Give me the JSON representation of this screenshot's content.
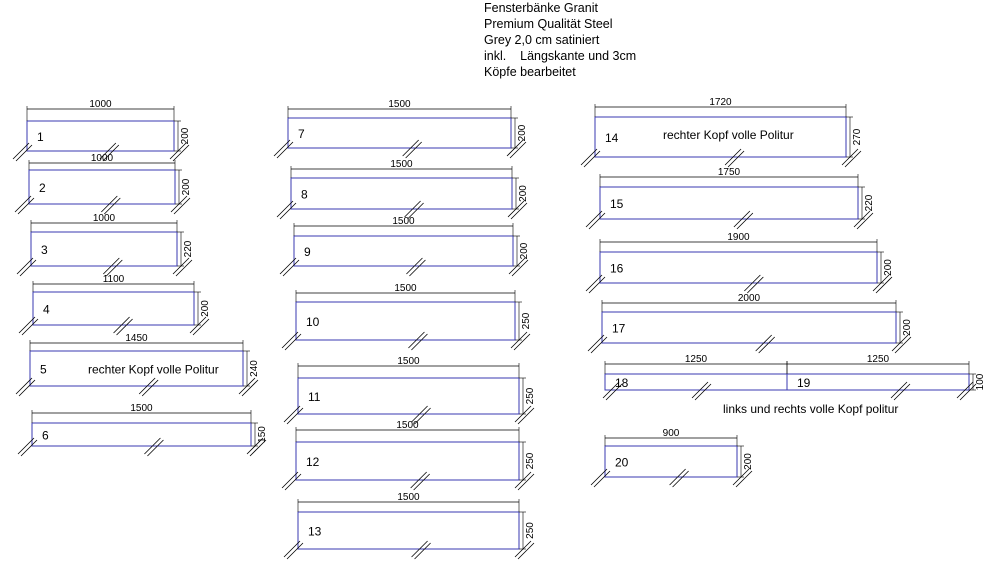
{
  "header": {
    "lines": [
      "Fensterbänke Granit",
      "Premium Qualität Steel",
      "Grey 2,0 cm satiniert",
      "inkl.    Längskante und 3cm",
      "Köpfe bearbeitet"
    ]
  },
  "colors": {
    "outline": "#3a3ab0",
    "line": "#000000"
  },
  "sills": [
    {
      "id": "1",
      "length": "1000",
      "depth": "200",
      "note": ""
    },
    {
      "id": "2",
      "length": "1000",
      "depth": "200",
      "note": ""
    },
    {
      "id": "3",
      "length": "1000",
      "depth": "220",
      "note": ""
    },
    {
      "id": "4",
      "length": "1100",
      "depth": "200",
      "note": ""
    },
    {
      "id": "5",
      "length": "1450",
      "depth": "240",
      "note": "rechter Kopf volle Politur"
    },
    {
      "id": "6",
      "length": "1500",
      "depth": "150",
      "note": ""
    },
    {
      "id": "7",
      "length": "1500",
      "depth": "200",
      "note": ""
    },
    {
      "id": "8",
      "length": "1500",
      "depth": "200",
      "note": ""
    },
    {
      "id": "9",
      "length": "1500",
      "depth": "200",
      "note": ""
    },
    {
      "id": "10",
      "length": "1500",
      "depth": "250",
      "note": ""
    },
    {
      "id": "11",
      "length": "1500",
      "depth": "250",
      "note": ""
    },
    {
      "id": "12",
      "length": "1500",
      "depth": "250",
      "note": ""
    },
    {
      "id": "13",
      "length": "1500",
      "depth": "250",
      "note": ""
    },
    {
      "id": "14",
      "length": "1720",
      "depth": "270",
      "note": "rechter Kopf volle Politur"
    },
    {
      "id": "15",
      "length": "1750",
      "depth": "220",
      "note": ""
    },
    {
      "id": "16",
      "length": "1900",
      "depth": "200",
      "note": ""
    },
    {
      "id": "17",
      "length": "2000",
      "depth": "200",
      "note": ""
    },
    {
      "id": "18",
      "length": "1250",
      "depth": "",
      "note": ""
    },
    {
      "id": "19",
      "length": "1250",
      "depth": "100",
      "note": ""
    },
    {
      "id": "20",
      "length": "900",
      "depth": "200",
      "note": ""
    }
  ],
  "notes": {
    "pair_18_19": "links und rechts volle Kopf politur"
  }
}
